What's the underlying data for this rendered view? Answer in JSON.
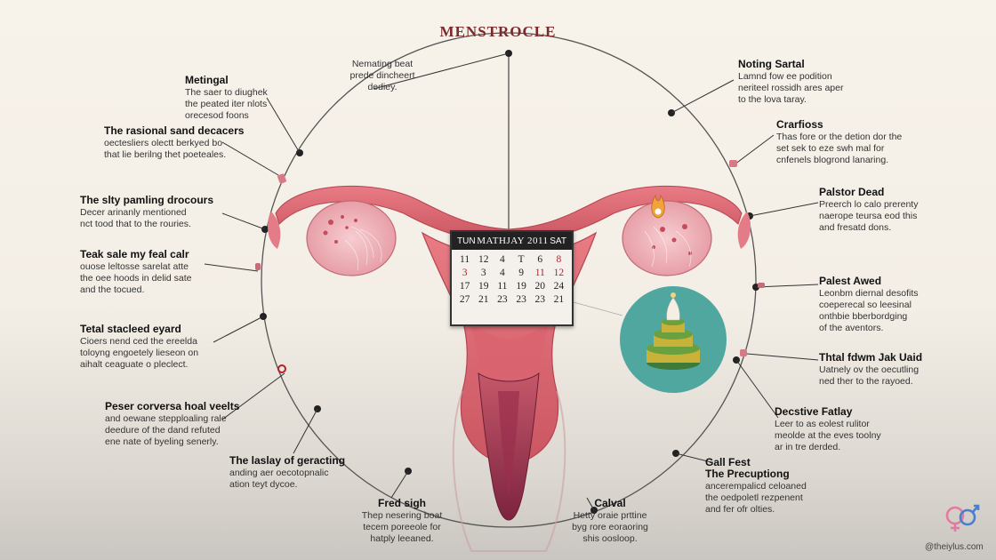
{
  "title": "MENSTROCLE",
  "labels": [
    {
      "id": "top-center",
      "head": "",
      "body": "Nemating beat\nprede dincheert\ndediey."
    },
    {
      "id": "l1",
      "head": "Metingal",
      "body": "The saer to diughek\nthe peated iter nlots\norecesod foons"
    },
    {
      "id": "l2",
      "head": "The rasional sand decacers",
      "body": "oectesliers olectt berkyed bo\nthat lie berilng thet poeteales."
    },
    {
      "id": "l3",
      "head": "The slty pamling drocours",
      "body": "Decer arinanly mentioned\nnct tood that to the rouries."
    },
    {
      "id": "l4",
      "head": "Teak sale my feal calr",
      "body": "ouose leltosse sarelat atte\nthe oee hoods in delid sate\nand the tocued."
    },
    {
      "id": "l5",
      "head": "Tetal stacleed eyard",
      "body": "Cioers nend ced the ereelda\ntoloyng engoetely lieseon on\naihalt ceaguate o pleclect."
    },
    {
      "id": "l6",
      "head": "Peser corversa hoal veelts",
      "body": "and oewane stepploaling rale\ndeedure of the dand refuted\nene nate of byeling senerly."
    },
    {
      "id": "l7",
      "head": "The laslay of geracting",
      "body": "anding aer oecotopnalic\nation teyt dycoe."
    },
    {
      "id": "l8",
      "head": "Fred sigh",
      "body": "Thep nesering boat\ntecem poreeole for\nhatply leeaned."
    },
    {
      "id": "r1",
      "head": "Noting Sartal",
      "body": "Lamnd fow ee podition\nneriteel rossidh ares aper\nto the lova taray."
    },
    {
      "id": "r2",
      "head": "Crarfioss",
      "body": "Thas fore or the detion dor the\nset sek to eze swh mal for\ncnfenels blogrond lanaring."
    },
    {
      "id": "r3",
      "head": "Palstor Dead",
      "body": "Preerch lo calo prerenty\nnaerope teursa eod this\nand fresatd dons."
    },
    {
      "id": "r4",
      "head": "Palest Awed",
      "body": "Leonbm diernal desofits\ncoeperecal so leesinal\nonthbie bberbordging\nof the aventors."
    },
    {
      "id": "r5",
      "head": "Thtal fdwm Jak Uaid",
      "body": "Uatnely ov the oecutling\nned ther to the rayoed."
    },
    {
      "id": "r6",
      "head": "Decstive Fatlay",
      "body": "Leer to as eolest rulitor\nmeolde at the eves toolny\nar in tre derded."
    },
    {
      "id": "r7",
      "head": "Gall Fest\nThe Precuptiong",
      "body": "ancerempalicd celoaned\nthe oedpoletl rezpenent\nand fer ofr olties."
    },
    {
      "id": "r8",
      "head": "Calval",
      "body": "Hetty oraie prttine\nbyg rore eoraoring\nshis oosloop."
    }
  ],
  "calendar": {
    "left": "TUN",
    "month": "MATHJAY 2011",
    "right": "SAT",
    "rows": [
      [
        "11",
        "12",
        "4",
        "T",
        "6",
        "8"
      ],
      [
        "3",
        "3",
        "4",
        "9",
        "11",
        "12"
      ],
      [
        "17",
        "19",
        "11",
        "19",
        "20",
        "24"
      ],
      [
        "27",
        "21",
        "23",
        "23",
        "23",
        "21"
      ]
    ],
    "red": [
      "0-5",
      "1-0",
      "1-4",
      "1-5"
    ]
  },
  "credit": "@theiylus.com",
  "colors": {
    "uterus": "#e0707a",
    "uterus_dark": "#b8434f",
    "ovary": "#eeb0b6",
    "accent": "#7a2a2a",
    "teal": "#4fa7a0"
  }
}
